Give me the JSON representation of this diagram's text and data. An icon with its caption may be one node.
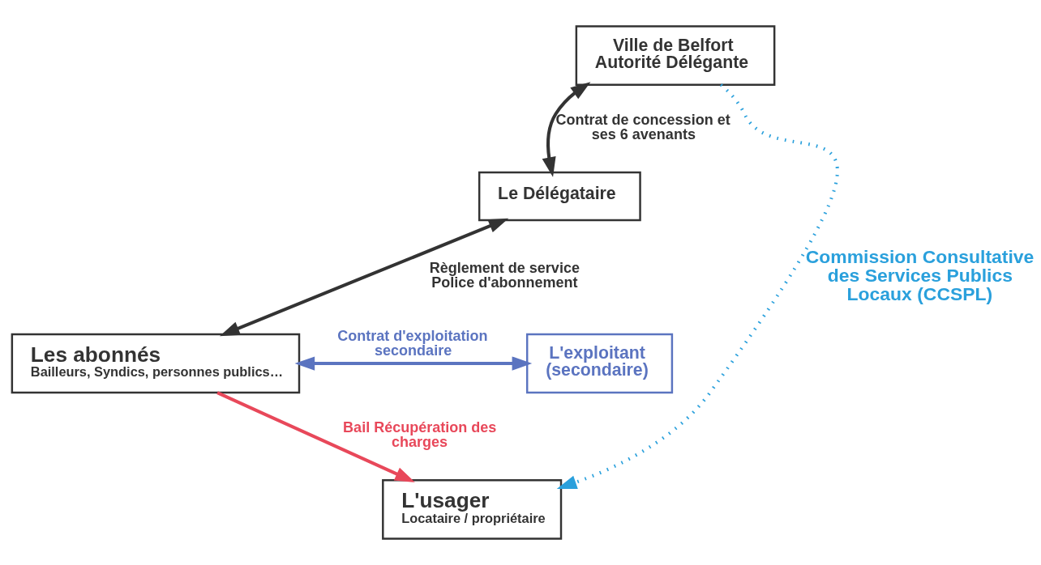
{
  "diagram": {
    "nodes": [
      {
        "text": [
          "Ville de Belfort Autorité Délégante"
        ]
      },
      {
        "text": [
          "Le Délégataire"
        ]
      },
      {
        "text": [
          "Les abonnés",
          "Bailleurs, Syndics, personnes publics…"
        ]
      },
      {
        "text": [
          "L'exploitant (secondaire)"
        ]
      },
      {
        "text": [
          "L'usager",
          "Locataire / propriétaire"
        ]
      }
    ],
    "edges": [
      {
        "from": 0,
        "to": 1,
        "arrow": "both",
        "label": "Contrat de concession et ses 6 avenants"
      },
      {
        "from": 1,
        "to": 2,
        "arrow": "both",
        "label": "Règlement de service Police d'abonnement"
      },
      {
        "from": 3,
        "to": 2,
        "arrow": "both",
        "label": "Contrat d'exploitation secondaire",
        "color": "#5b74c0"
      },
      {
        "from": 2,
        "to": 4,
        "arrow": "to",
        "label": "Bail Récupération des charges",
        "color": "#e8485a"
      },
      {
        "from": 0,
        "to": 4,
        "arrow": "to",
        "label": "Commission Consultative des Services Publics Locaux (CCSPL)",
        "style": "dashed",
        "color": "#2aa0dc"
      }
    ]
  }
}
